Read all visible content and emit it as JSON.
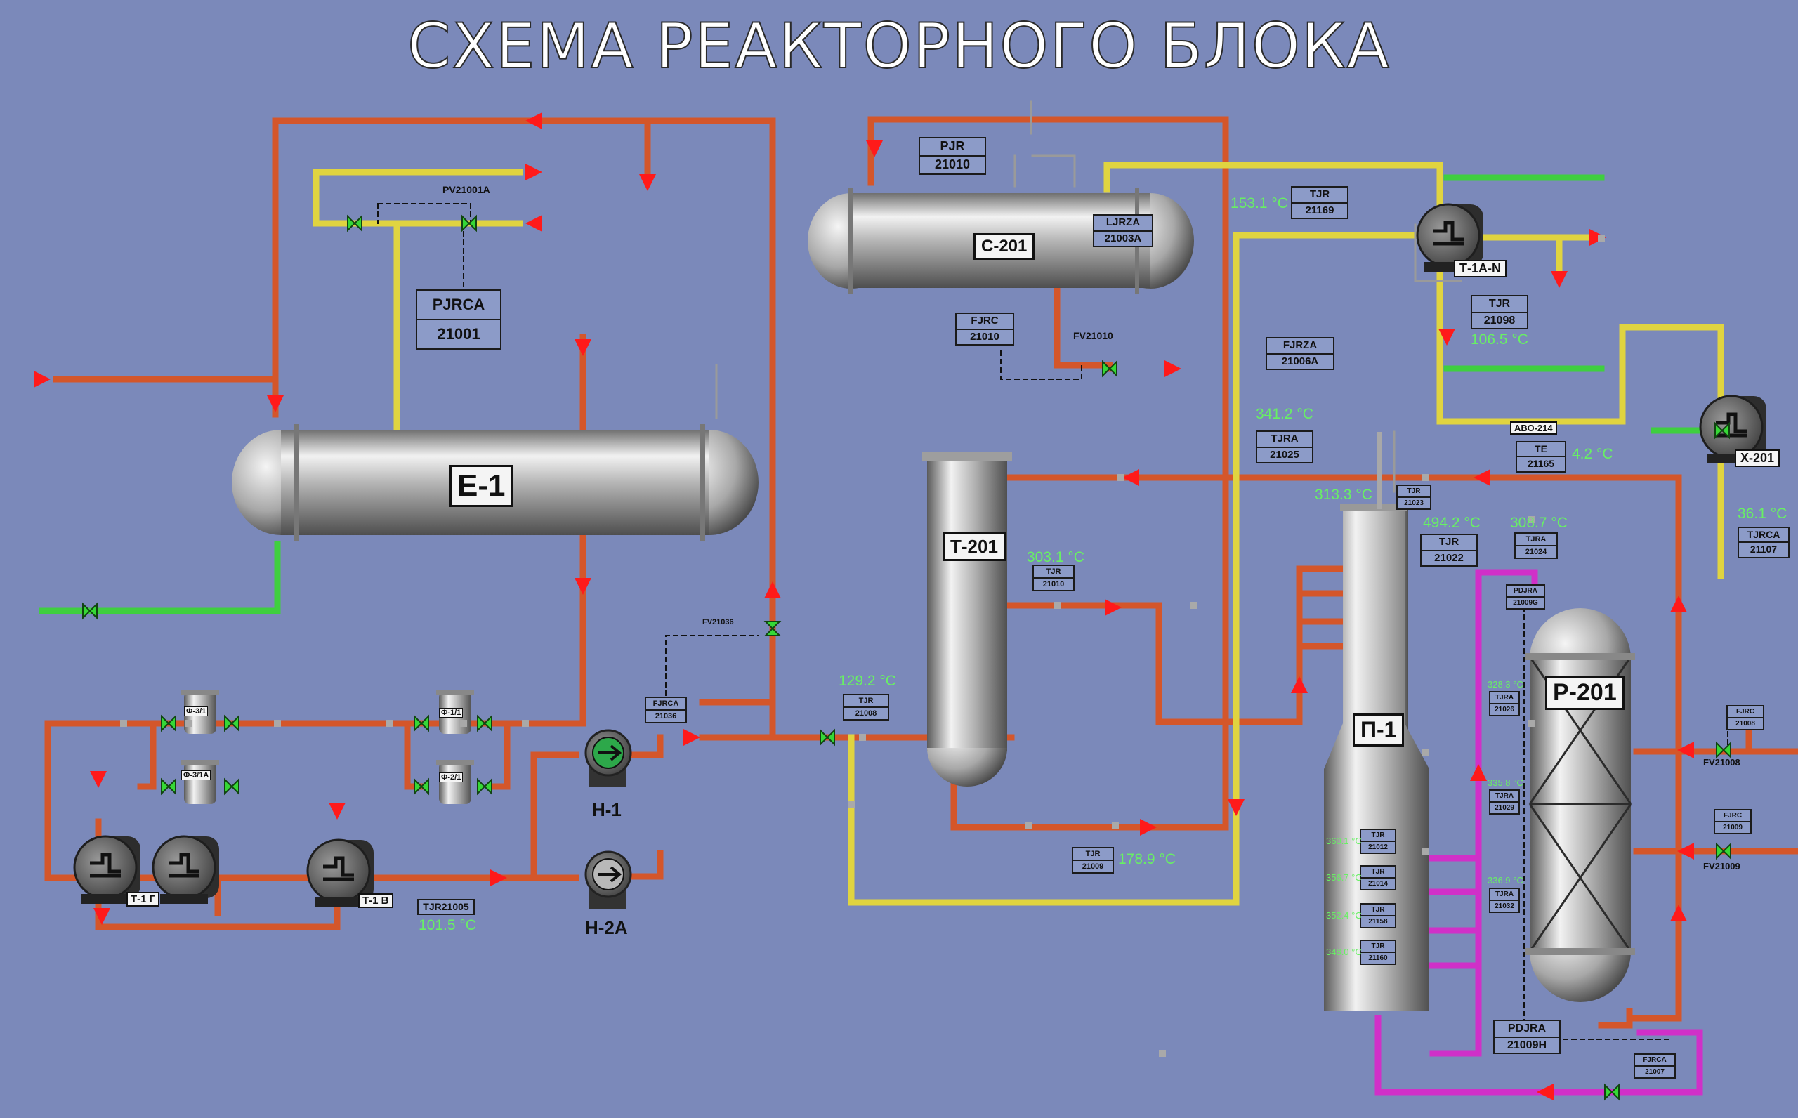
{
  "title": "СХЕМА РЕАКТОРНОГО БЛОКА",
  "colors": {
    "background": "#7b89ba",
    "hot_line": "#d4562a",
    "yellow_line": "#e0d440",
    "green_line": "#3fcf3f",
    "magenta_line": "#d030c8",
    "valve": "#36d836",
    "arrow": "#ff1a1a",
    "temperature_text": "#68f064"
  },
  "equipment": {
    "e1": "Е-1",
    "c201": "С-201",
    "t201": "Т-201",
    "p1": "П-1",
    "p201": "Р-201",
    "n1": "Н-1",
    "n2a": "Н-2А",
    "t1an": "Т-1А-N",
    "x201": "Х-201",
    "f31": "Ф-3/1",
    "f31a": "Ф-3/1А",
    "f11": "Ф-1/1",
    "f21": "Ф-2/1",
    "t1g": "Т-1 Г",
    "t1v": "Т-1 В",
    "abo": "АВО-214"
  },
  "tags": {
    "pjrca": {
      "l1": "PJRCA",
      "l2": "21001"
    },
    "pjr": {
      "l1": "PJR",
      "l2": "21010"
    },
    "ljrza": {
      "l1": "LJRZA",
      "l2": "21003A"
    },
    "fjrc21010": {
      "l1": "FJRC",
      "l2": "21010"
    },
    "fjrza": {
      "l1": "FJRZA",
      "l2": "21006A"
    },
    "tjr21169": {
      "l1": "TJR",
      "l2": "21169"
    },
    "tjr21098": {
      "l1": "TJR",
      "l2": "21098"
    },
    "te21165": {
      "l1": "TE",
      "l2": "21165"
    },
    "tjra21025": {
      "l1": "TJRA",
      "l2": "21025"
    },
    "tjr21023": {
      "l1": "TJR",
      "l2": "21023"
    },
    "tjr21022": {
      "l1": "TJR",
      "l2": "21022"
    },
    "tjra21024": {
      "l1": "TJRA",
      "l2": "21024"
    },
    "tjrca21107": {
      "l1": "TJRCA",
      "l2": "21107"
    },
    "pdjra21009g": {
      "l1": "PDJRA",
      "l2": "21009G"
    },
    "tjr21010": {
      "l1": "TJR",
      "l2": "21010"
    },
    "tjr21008": {
      "l1": "TJR",
      "l2": "21008"
    },
    "tjr21009": {
      "l1": "TJR",
      "l2": "21009"
    },
    "fjrca21036": {
      "l1": "FJRCA",
      "l2": "21036"
    },
    "tjra21026": {
      "l1": "TJRA",
      "l2": "21026"
    },
    "tjra21029": {
      "l1": "TJRA",
      "l2": "21029"
    },
    "tjra21032": {
      "l1": "TJRA",
      "l2": "21032"
    },
    "fjrc21008": {
      "l1": "FJRC",
      "l2": "21008"
    },
    "fjrc21009": {
      "l1": "FJRC",
      "l2": "21009"
    },
    "pdjra21009h": {
      "l1": "PDJRA",
      "l2": "21009H"
    },
    "fjrca21007": {
      "l1": "FJRCA",
      "l2": "21007"
    },
    "tjr21012": {
      "l1": "TJR",
      "l2": "21012"
    },
    "tjr21014": {
      "l1": "TJR",
      "l2": "21014"
    },
    "tjr21158": {
      "l1": "TJR",
      "l2": "21158"
    },
    "tjr21160": {
      "l1": "TJR",
      "l2": "21160"
    },
    "tjr21005": "TJR21005"
  },
  "valve_labels": {
    "pv21001a": "PV21001A",
    "fv21010": "FV21010",
    "fv21036": "FV21036",
    "fv21008": "FV21008",
    "fv21009": "FV21009"
  },
  "temperatures": {
    "t153": "153.1 °C",
    "t106": "106.5 °C",
    "t341": "341.2 °C",
    "t4": "4.2 °C",
    "t313": "313.3 °C",
    "t494": "494.2 °C",
    "t308": "308.7 °C",
    "t36": "36.1 °C",
    "t303": "303.1 °C",
    "t129": "129.2 °C",
    "t178": "178.9 °C",
    "t101": "101.5 °C",
    "t328": "328.3 °C",
    "t335": "335.8 °C",
    "t336": "336.9 °C",
    "p1a": "360.1 °C",
    "p1b": "356.7 °C",
    "p1c": "352.4 °C",
    "p1d": "348.0 °C"
  }
}
